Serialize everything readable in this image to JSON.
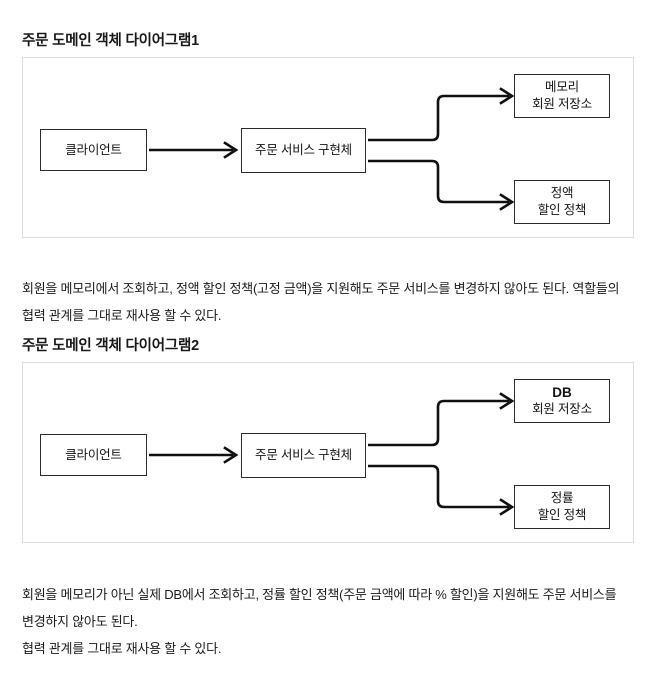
{
  "page": {
    "bg_color": "#ffffff",
    "text_color": "#1b1b1b",
    "frame_border_color": "#dedede",
    "node_border_color": "#2b2b2b",
    "connector_color": "#101010"
  },
  "sections": [
    {
      "heading": "주문 도메인 객체 다이어그램1",
      "diagram": {
        "client": {
          "line1": "클라이언트"
        },
        "service": {
          "line1": "주문 서비스 구현체"
        },
        "repository": {
          "line1": "메모리",
          "line2": "회원 저장소"
        },
        "policy": {
          "line1": "정액",
          "line2": "할인 정책"
        }
      },
      "paragraphs": [
        "회원을 메모리에서 조회하고, 정액 할인 정책(고정 금액)을 지원해도 주문 서비스를 변경하지 않아도 된다. 역할들의 협력 관계를 그대로 재사용 할 수 있다."
      ]
    },
    {
      "heading": "주문 도메인 객체 다이어그램2",
      "diagram": {
        "client": {
          "line1": "클라이언트"
        },
        "service": {
          "line1": "주문 서비스 구현체"
        },
        "repository": {
          "line1": "DB",
          "line2": "회원 저장소"
        },
        "policy": {
          "line1": "정률",
          "line2": "할인 정책"
        }
      },
      "paragraphs": [
        "회원을 메모리가 아닌 실제 DB에서 조회하고, 정률 할인 정책(주문 금액에 따라 % 할인)을 지원해도 주문 서비스를 변경하지 않아도 된다.",
        "협력 관계를 그대로 재사용 할 수 있다."
      ]
    }
  ]
}
